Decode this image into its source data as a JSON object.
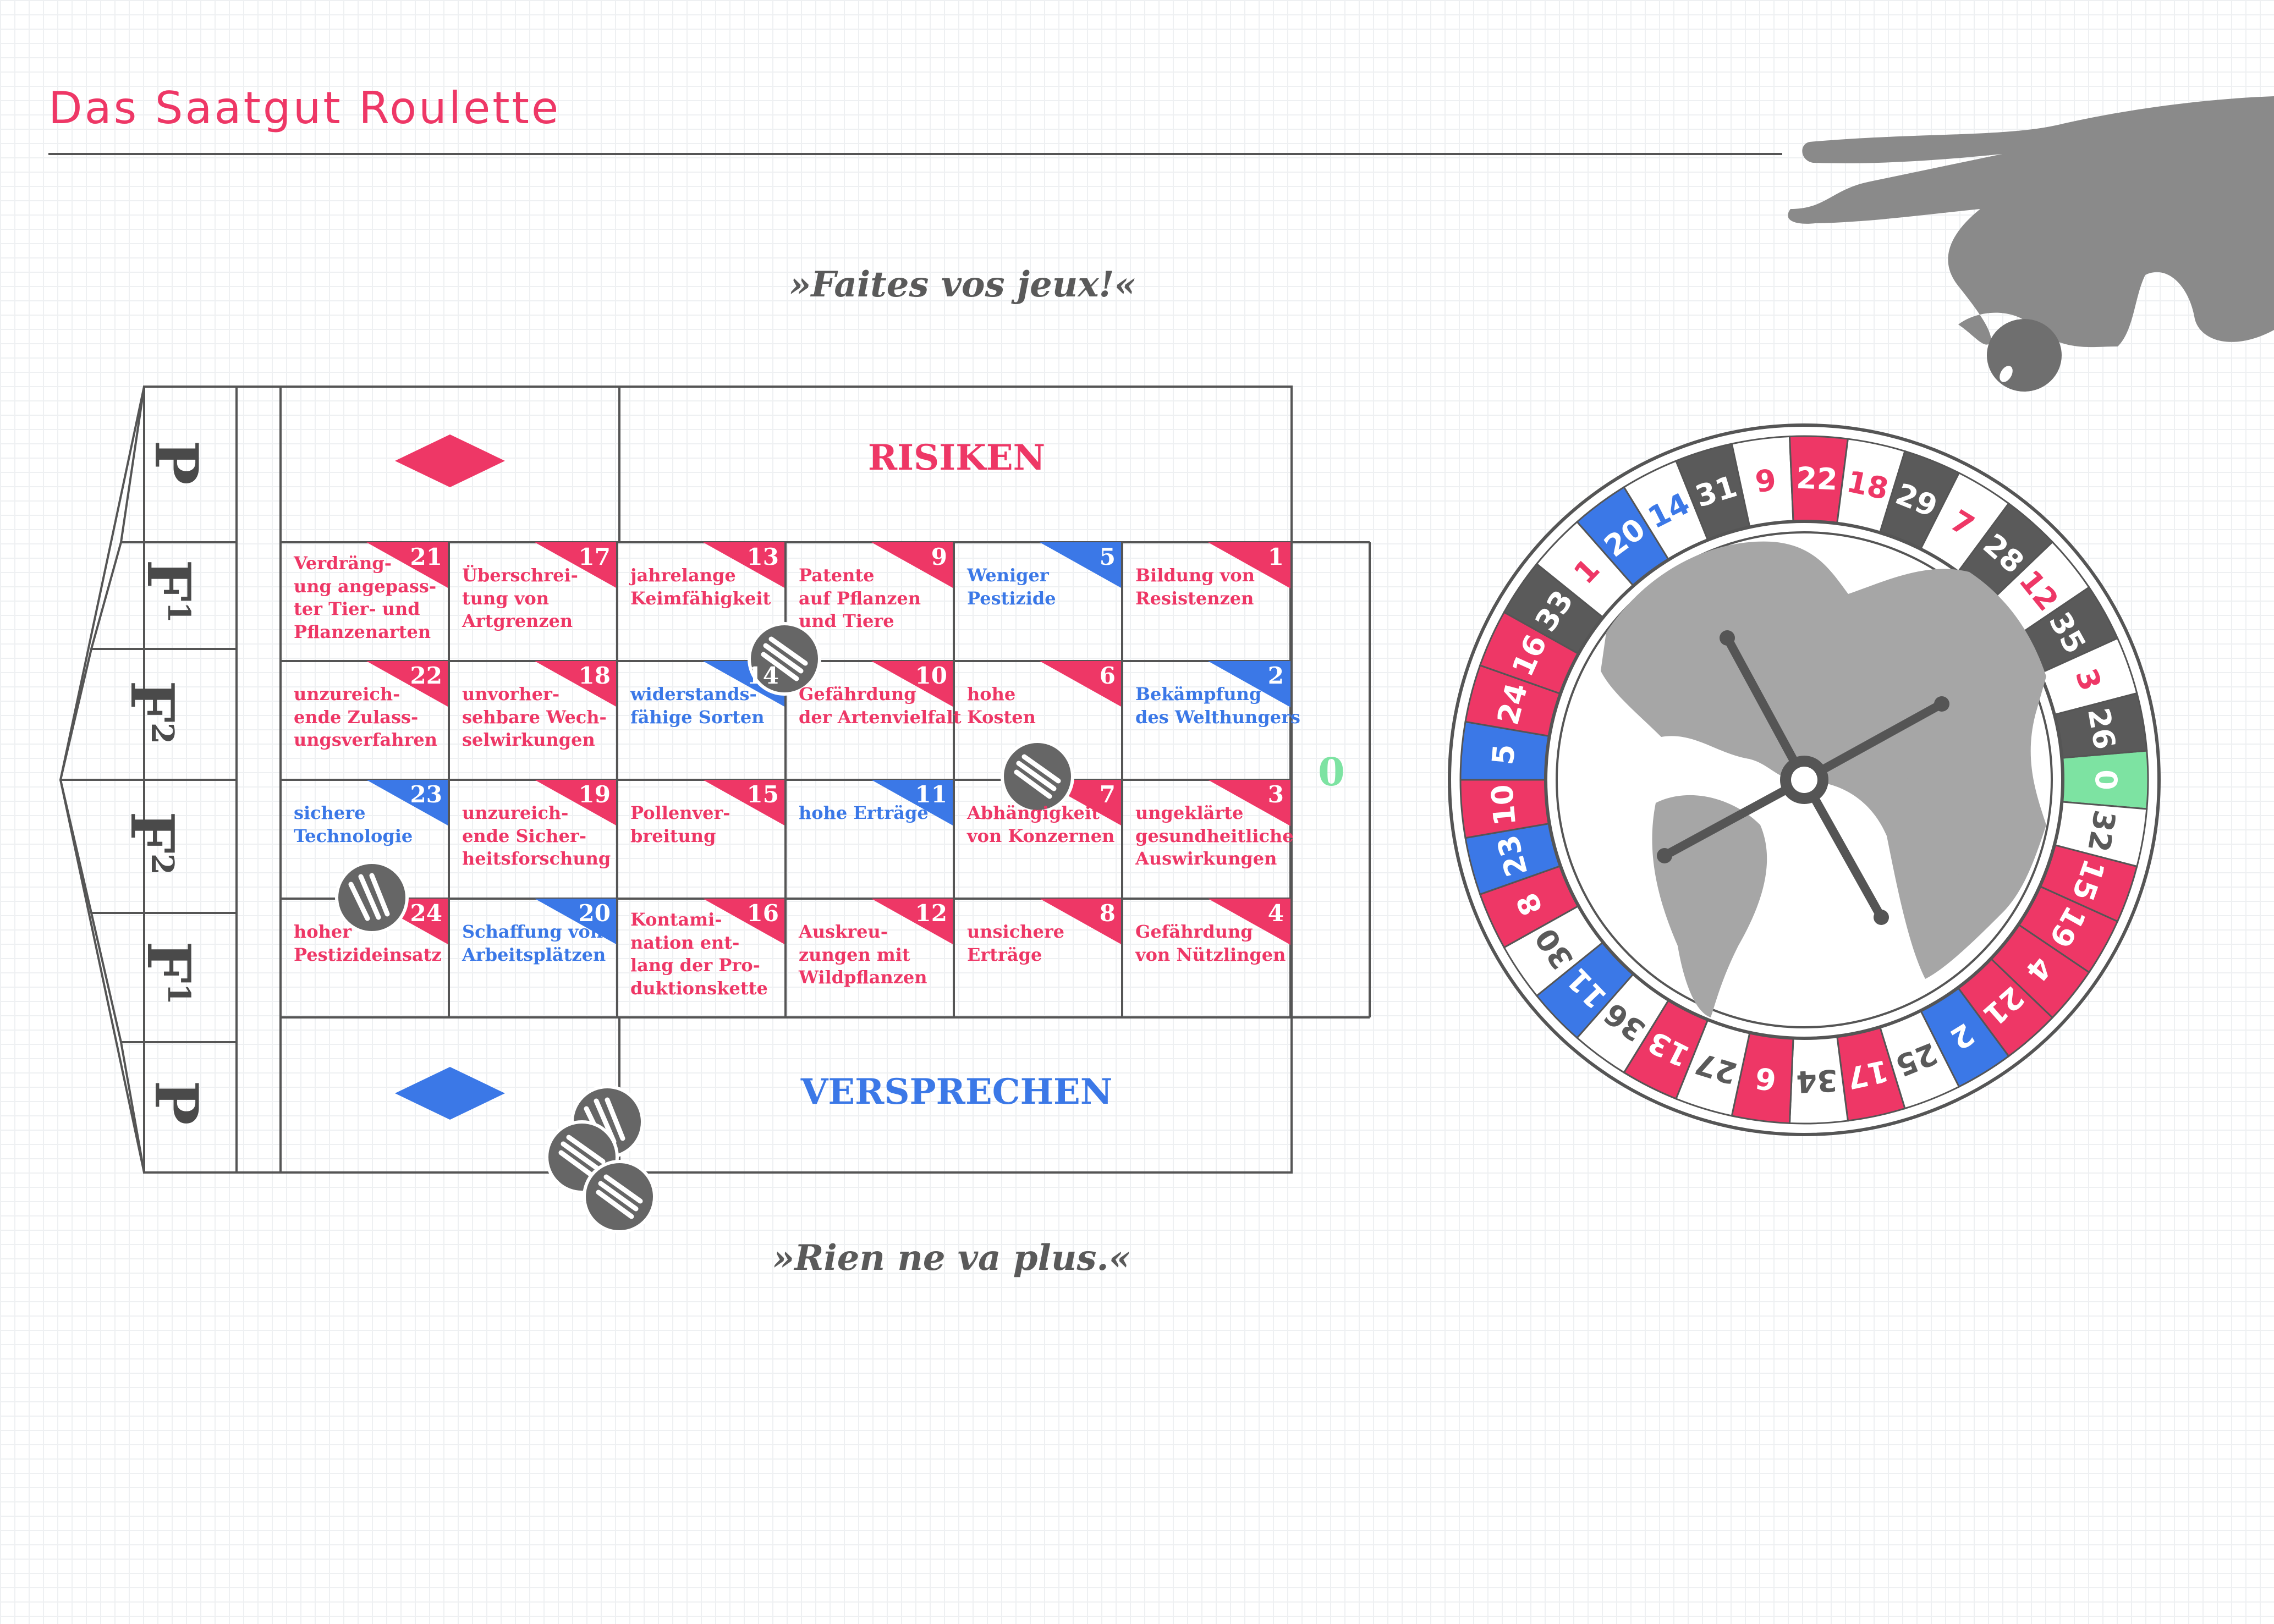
{
  "header": {
    "title": "Das Saatgut Roulette"
  },
  "quotes": {
    "top": "»Faites vos jeux!«",
    "bottom": "»Rien ne va plus.«"
  },
  "colors": {
    "red": "#ee3766",
    "blue": "#3b78e7",
    "dark": "#5a5a5a",
    "green": "#7de3a2",
    "globe": "#a6a6a6"
  },
  "board": {
    "risks_label": "RISIKEN",
    "promises_label": "VERSPRECHEN",
    "zero": "0",
    "side_labels": [
      {
        "text": "P",
        "sup": ""
      },
      {
        "text": "F",
        "sup": "1"
      },
      {
        "text": "F",
        "sup": "2"
      },
      {
        "text": "F",
        "sup": "2"
      },
      {
        "text": "F",
        "sup": "1"
      },
      {
        "text": "P",
        "sup": ""
      }
    ],
    "rows": [
      [
        {
          "num": "21",
          "text": "Verdräng-\nung angepass-\nter Tier- und\nPflanzenarten",
          "color": "red"
        },
        {
          "num": "17",
          "text": "Überschrei-\ntung von\nArtgrenzen",
          "color": "red"
        },
        {
          "num": "13",
          "text": "jahrelange\nKeimfähigkeit",
          "color": "red"
        },
        {
          "num": "9",
          "text": "Patente\nauf Pflanzen\nund Tiere",
          "color": "red"
        },
        {
          "num": "5",
          "text": "Weniger\nPestizide",
          "color": "blue"
        },
        {
          "num": "1",
          "text": "Bildung von\nResistenzen",
          "color": "red"
        }
      ],
      [
        {
          "num": "22",
          "text": "unzureich-\nende Zulass-\nungsverfahren",
          "color": "red"
        },
        {
          "num": "18",
          "text": "unvorher-\nsehbare Wech-\nselwirkungen",
          "color": "red"
        },
        {
          "num": "14",
          "text": "widerstands-\nfähige Sorten",
          "color": "blue"
        },
        {
          "num": "10",
          "text": "Gefährdung\nder Artenvielfalt",
          "color": "red"
        },
        {
          "num": "6",
          "text": "hohe\nKosten",
          "color": "red"
        },
        {
          "num": "2",
          "text": "Bekämpfung\ndes Welthungers",
          "color": "blue"
        }
      ],
      [
        {
          "num": "23",
          "text": "sichere\nTechnologie",
          "color": "blue"
        },
        {
          "num": "19",
          "text": "unzureich-\nende Sicher-\nheitsforschung",
          "color": "red"
        },
        {
          "num": "15",
          "text": "Pollenver-\nbreitung",
          "color": "red"
        },
        {
          "num": "11",
          "text": "hohe Erträge",
          "color": "blue"
        },
        {
          "num": "7",
          "text": "Abhängigkeit\nvon Konzernen",
          "color": "red"
        },
        {
          "num": "3",
          "text": "ungeklärte\ngesundheitliche\nAuswirkungen",
          "color": "red"
        }
      ],
      [
        {
          "num": "24",
          "text": "hoher\nPestizideinsatz",
          "color": "red"
        },
        {
          "num": "20",
          "text": "Schaffung von\nArbeitsplätzen",
          "color": "blue"
        },
        {
          "num": "16",
          "text": "Kontami-\nnation ent-\nlang der Pro-\nduktionskette",
          "color": "red"
        },
        {
          "num": "12",
          "text": "Auskreu-\nzungen mit\nWildpflanzen",
          "color": "red"
        },
        {
          "num": "8",
          "text": "unsichere\nErträge",
          "color": "red"
        },
        {
          "num": "4",
          "text": "Gefährdung\nvon Nützlingen",
          "color": "red"
        }
      ]
    ]
  },
  "wheel": {
    "pockets": [
      {
        "n": "0",
        "c": "green"
      },
      {
        "n": "32",
        "c": "white"
      },
      {
        "n": "15",
        "c": "red"
      },
      {
        "n": "19",
        "c": "red"
      },
      {
        "n": "4",
        "c": "red"
      },
      {
        "n": "21",
        "c": "red"
      },
      {
        "n": "2",
        "c": "blue"
      },
      {
        "n": "25",
        "c": "white"
      },
      {
        "n": "17",
        "c": "red"
      },
      {
        "n": "34",
        "c": "white"
      },
      {
        "n": "6",
        "c": "red"
      },
      {
        "n": "27",
        "c": "white"
      },
      {
        "n": "13",
        "c": "red"
      },
      {
        "n": "36",
        "c": "white"
      },
      {
        "n": "11",
        "c": "blue"
      },
      {
        "n": "30",
        "c": "white"
      },
      {
        "n": "8",
        "c": "red"
      },
      {
        "n": "23",
        "c": "blue"
      },
      {
        "n": "10",
        "c": "red"
      },
      {
        "n": "5",
        "c": "blue"
      },
      {
        "n": "24",
        "c": "red"
      },
      {
        "n": "16",
        "c": "red"
      },
      {
        "n": "33",
        "c": "dark"
      },
      {
        "n": "1",
        "c": "white-red"
      },
      {
        "n": "20",
        "c": "blue"
      },
      {
        "n": "14",
        "c": "white-blue"
      },
      {
        "n": "31",
        "c": "dark"
      },
      {
        "n": "9",
        "c": "white-red"
      },
      {
        "n": "22",
        "c": "red"
      },
      {
        "n": "18",
        "c": "white-red"
      },
      {
        "n": "29",
        "c": "dark"
      },
      {
        "n": "7",
        "c": "white-red"
      },
      {
        "n": "28",
        "c": "dark"
      },
      {
        "n": "12",
        "c": "white-red"
      },
      {
        "n": "35",
        "c": "dark"
      },
      {
        "n": "3",
        "c": "white-red"
      },
      {
        "n": "26",
        "c": "dark"
      }
    ]
  }
}
